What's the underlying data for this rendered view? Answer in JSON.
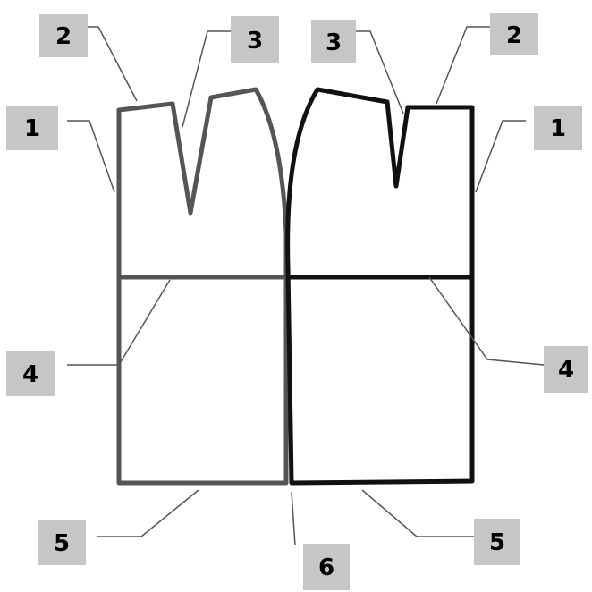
{
  "callouts": [
    {
      "id": "left-1",
      "label": "1"
    },
    {
      "id": "left-2",
      "label": "2"
    },
    {
      "id": "left-3",
      "label": "3"
    },
    {
      "id": "left-4",
      "label": "4"
    },
    {
      "id": "left-5",
      "label": "5"
    },
    {
      "id": "center-6",
      "label": "6"
    },
    {
      "id": "right-3",
      "label": "3"
    },
    {
      "id": "right-2",
      "label": "2"
    },
    {
      "id": "right-1",
      "label": "1"
    },
    {
      "id": "right-4",
      "label": "4"
    },
    {
      "id": "right-5",
      "label": "5"
    }
  ],
  "colors": {
    "left_piece": "#555555",
    "right_piece": "#111111",
    "callout_background": "#c6c6c6"
  }
}
